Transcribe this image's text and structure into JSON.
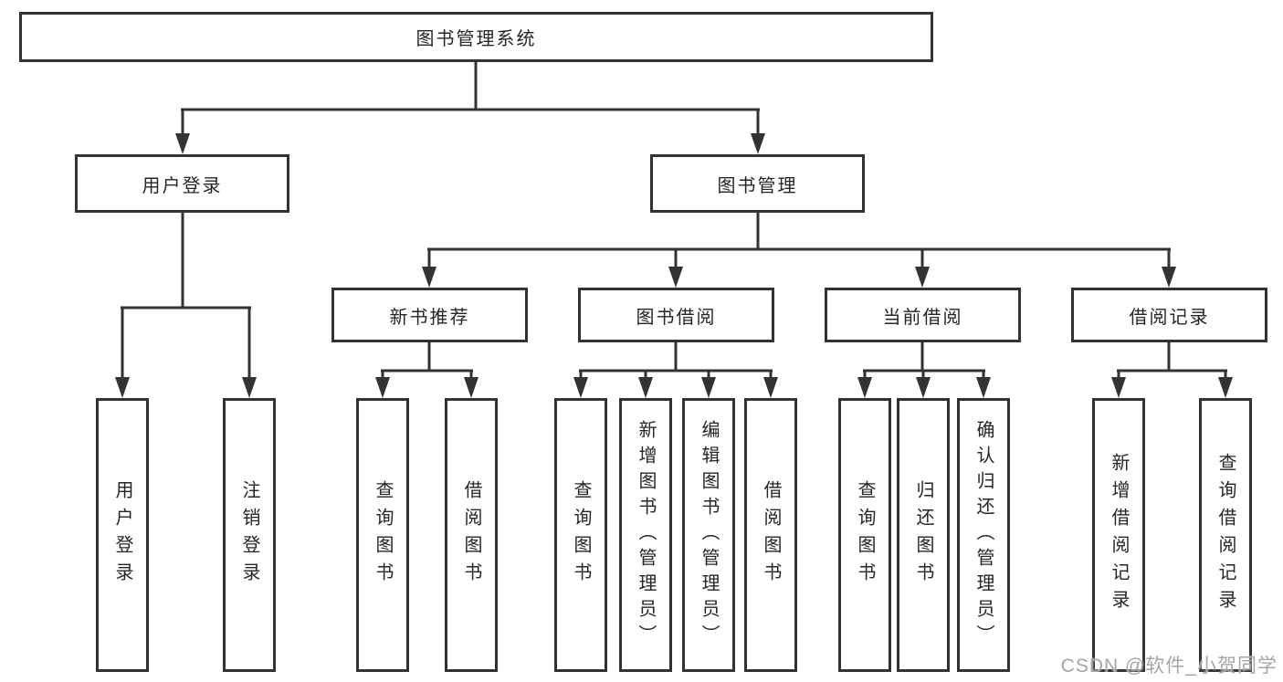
{
  "diagram": {
    "root": {
      "label": "图书管理系统"
    },
    "branches": [
      {
        "label": "用户登录",
        "leaves": [
          {
            "label": "用户登录"
          },
          {
            "label": "注销登录"
          }
        ]
      },
      {
        "label": "图书管理",
        "groups": [
          {
            "label": "新书推荐",
            "leaves": [
              {
                "label": "查询图书"
              },
              {
                "label": "借阅图书"
              }
            ]
          },
          {
            "label": "图书借阅",
            "leaves": [
              {
                "label": "查询图书"
              },
              {
                "label": "新增图书（管理员）"
              },
              {
                "label": "编辑图书（管理员）"
              },
              {
                "label": "借阅图书"
              }
            ]
          },
          {
            "label": "当前借阅",
            "leaves": [
              {
                "label": "查询图书"
              },
              {
                "label": "归还图书"
              },
              {
                "label": "确认归还（管理员）"
              }
            ]
          },
          {
            "label": "借阅记录",
            "leaves": [
              {
                "label": "新增借阅记录"
              },
              {
                "label": "查询借阅记录"
              }
            ]
          }
        ]
      }
    ]
  },
  "colors": {
    "line": "#333333",
    "box_border": "#333333",
    "text": "#262626",
    "background": "#ffffff",
    "watermark": "#a6a6a6"
  },
  "watermark": {
    "text": "CSDN @软件_小贺同学"
  }
}
